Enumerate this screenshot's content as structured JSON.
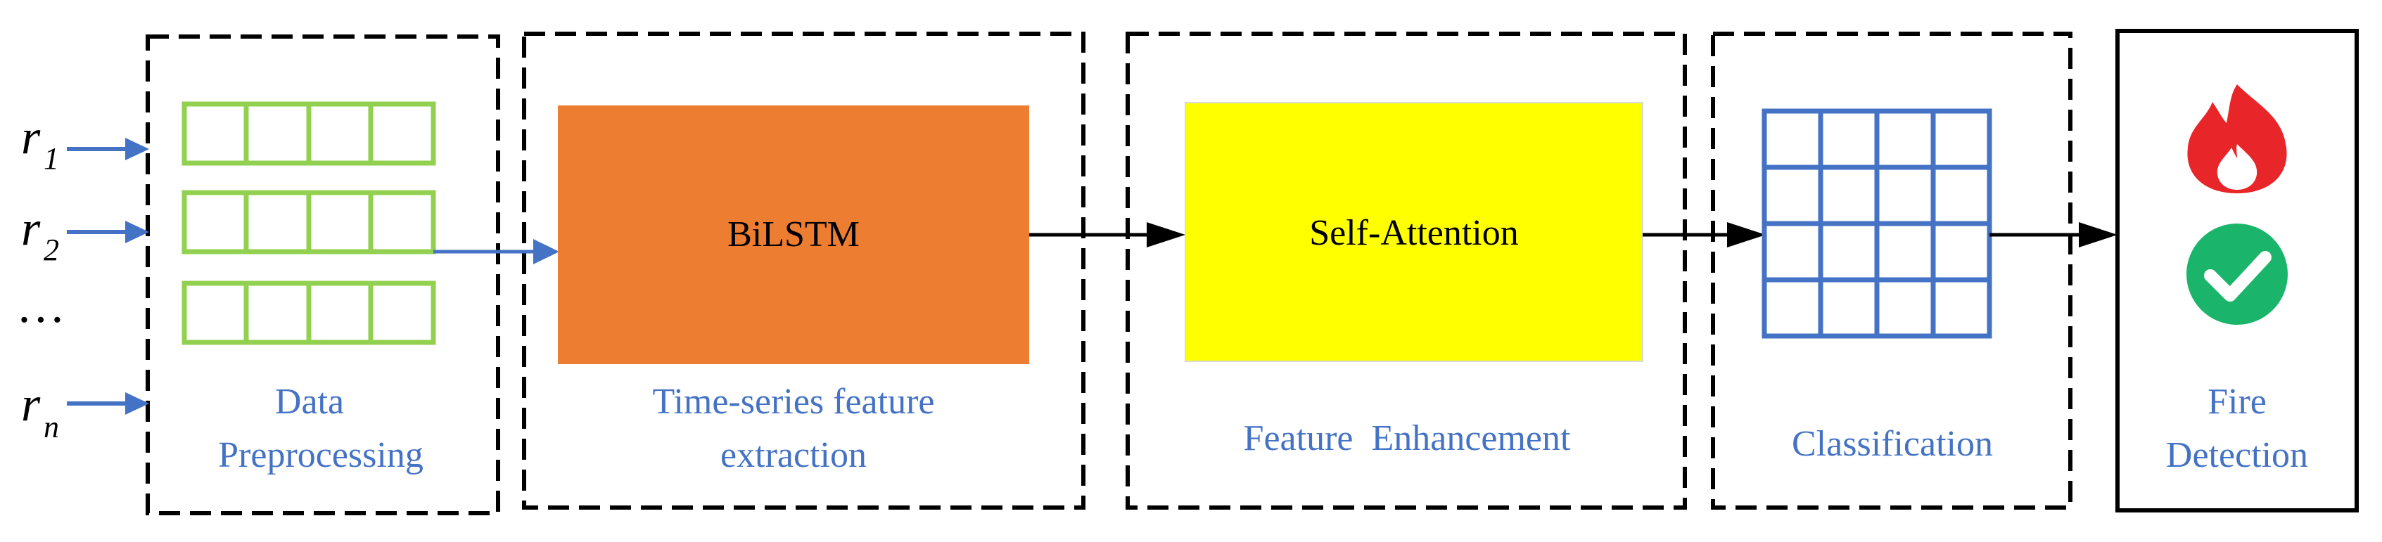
{
  "inputs": [
    {
      "main": "r",
      "sub": "1"
    },
    {
      "main": "r",
      "sub": "2"
    },
    {
      "ellipsis": "…"
    },
    {
      "main": "r",
      "sub": "n"
    }
  ],
  "stages": {
    "data_preprocessing": {
      "label_line1": "Data",
      "label_line2": "Preprocessing"
    },
    "feature_extraction": {
      "block_label": "BiLSTM",
      "label_line1": "Time-series feature",
      "label_line2": "extraction"
    },
    "feature_enhancement": {
      "block_label": "Self-Attention",
      "label": "Feature  Enhancement"
    },
    "classification": {
      "label": "Classification"
    },
    "fire_detection": {
      "label_line1": "Fire",
      "label_line2": "Detection"
    }
  },
  "icons": {
    "fire": "fire-icon",
    "check": "check-circle-icon"
  },
  "colors": {
    "green": "#92d050",
    "orange": "#ed7d31",
    "yellow": "#ffff00",
    "blue": "#4472c4",
    "fire_red": "#e8262a",
    "check_green": "#1ab56a"
  }
}
